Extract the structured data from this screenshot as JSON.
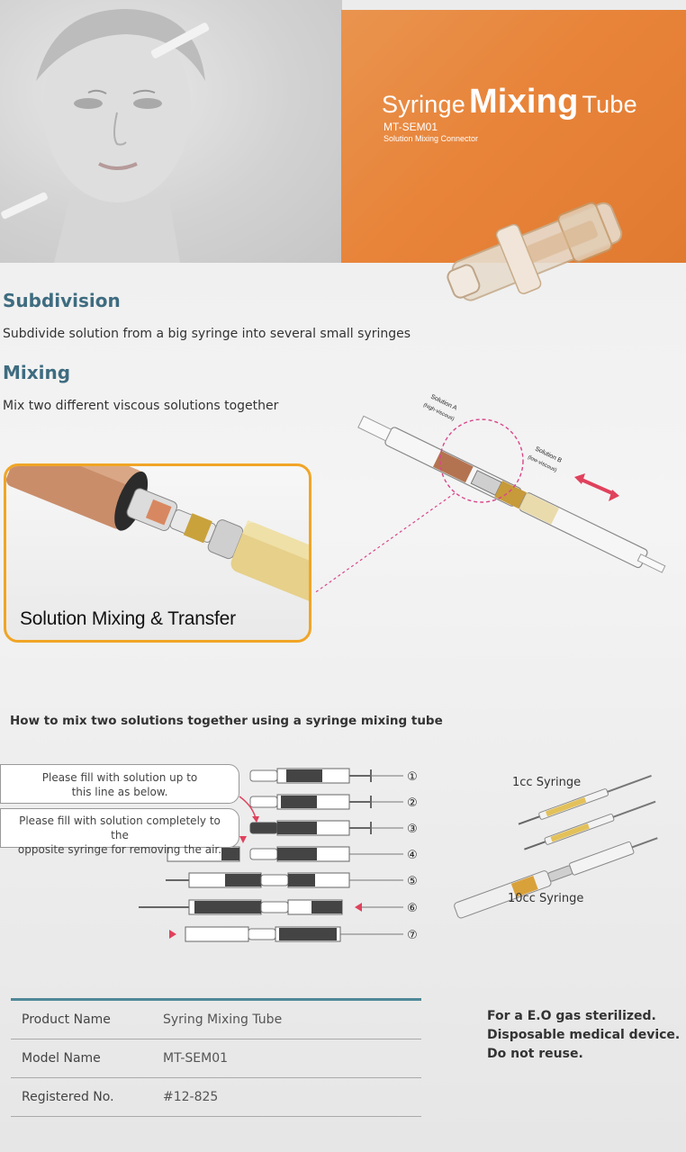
{
  "hero": {
    "title_pre": "Syringe",
    "title_main": "Mixing",
    "title_post": "Tube",
    "model": "MT-SEM01",
    "subtitle": "Solution Mixing Connector"
  },
  "features": [
    {
      "title": "Subdivision",
      "desc": "Subdivide solution from a big syringe into several small syringes"
    },
    {
      "title": "Mixing",
      "desc": "Mix two different viscous solutions together"
    }
  ],
  "diagram": {
    "solution_a": "Solution A",
    "solution_a_note": "(high-viscous)",
    "solution_b": "Solution B",
    "solution_b_note": "(low-viscous)",
    "closeup_label": "Solution Mixing & Transfer"
  },
  "howto": {
    "heading": "How to mix two solutions together using a syringe mixing tube",
    "note1_line1": "Please fill with solution up to",
    "note1_line2": "this line as below.",
    "note2_line1": "Please fill with solution completely to the",
    "note2_line2": "opposite syringe for removing the air.",
    "steps": [
      "①",
      "②",
      "③",
      "④",
      "⑤",
      "⑥",
      "⑦"
    ]
  },
  "syringes": {
    "small": "1cc Syringe",
    "large": "10cc Syringe"
  },
  "spec": [
    {
      "label": "Product Name",
      "value": "Syring Mixing Tube"
    },
    {
      "label": "Model Name",
      "value": "MT-SEM01"
    },
    {
      "label": "Registered No.",
      "value": "#12-825"
    }
  ],
  "sterile": {
    "line1": "For a E.O gas sterilized.",
    "line2": "Disposable medical device.",
    "line3": "Do not reuse."
  },
  "colors": {
    "accent_orange": "#e8843a",
    "heading_teal": "#3e6c80",
    "highlight_pink": "#e0417a",
    "closeup_border": "#f0a526"
  }
}
